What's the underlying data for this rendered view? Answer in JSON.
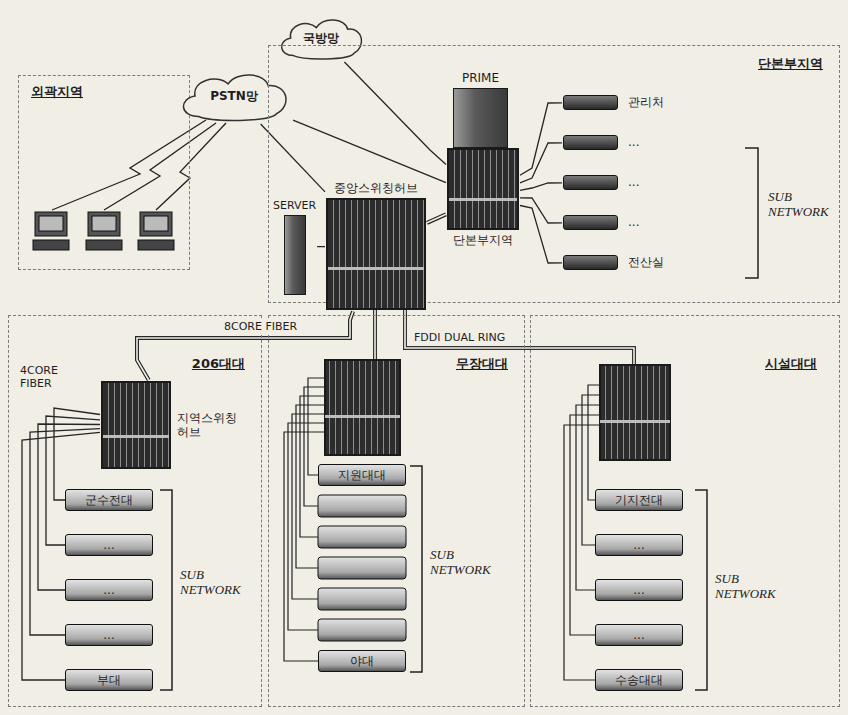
{
  "diagram": {
    "nodes": [
      {
        "text": [
          "외곽지역"
        ]
      },
      {
        "text": [
          "PSTN망"
        ]
      },
      {
        "text": [
          "국방망"
        ]
      },
      {
        "text": [
          "단본부지역"
        ]
      },
      {
        "text": [
          "PRIME"
        ],
        "in": 3
      },
      {
        "text": [
          "SERVER"
        ],
        "in": 3
      },
      {
        "text": [
          "중앙스위칭허브"
        ],
        "in": 3
      },
      {
        "text": [
          "단본부지역"
        ],
        "in": 3
      },
      {
        "text": [
          "관리처"
        ],
        "in": 3
      },
      {
        "text": [
          "..."
        ],
        "in": 3
      },
      {
        "text": [
          "..."
        ],
        "in": 3
      },
      {
        "text": [
          "..."
        ],
        "in": 3
      },
      {
        "text": [
          "전산실"
        ],
        "in": 3
      },
      {
        "text": [
          "206대대"
        ]
      },
      {
        "text": [
          "지역스위칭 허브"
        ],
        "in": 13
      },
      {
        "text": [
          "군수전대"
        ],
        "in": 13
      },
      {
        "text": [
          "..."
        ],
        "in": 13
      },
      {
        "text": [
          "..."
        ],
        "in": 13
      },
      {
        "text": [
          "..."
        ],
        "in": 13
      },
      {
        "text": [
          "부대"
        ],
        "in": 13
      },
      {
        "text": [
          "무장대대"
        ]
      },
      {
        "text": [
          "지원대대"
        ],
        "in": 20
      },
      {
        "text": [
          "야대"
        ],
        "in": 20
      },
      {
        "text": [
          "시설대대"
        ]
      },
      {
        "text": [
          "기지전대"
        ],
        "in": 23
      },
      {
        "text": [
          "..."
        ],
        "in": 23
      },
      {
        "text": [
          "..."
        ],
        "in": 23
      },
      {
        "text": [
          "..."
        ],
        "in": 23
      },
      {
        "text": [
          "수송대대"
        ],
        "in": 23
      }
    ],
    "edges": [
      {
        "from": 1,
        "to": 6,
        "arrow": "none"
      },
      {
        "from": 1,
        "to": 7,
        "arrow": "none"
      },
      {
        "from": 2,
        "to": 7,
        "arrow": "none"
      },
      {
        "from": 4,
        "to": 7,
        "arrow": "none"
      },
      {
        "from": 5,
        "to": 6,
        "arrow": "none"
      },
      {
        "from": 6,
        "to": 7,
        "arrow": "none"
      },
      {
        "from": 7,
        "to": 8,
        "arrow": "none"
      },
      {
        "from": 7,
        "to": 9,
        "arrow": "none"
      },
      {
        "from": 7,
        "to": 10,
        "arrow": "none"
      },
      {
        "from": 7,
        "to": 11,
        "arrow": "none"
      },
      {
        "from": 7,
        "to": 12,
        "arrow": "none"
      },
      {
        "from": 6,
        "to": 14,
        "label": "8CORE FIBER",
        "arrow": "none"
      },
      {
        "from": 14,
        "to": 15,
        "arrow": "none"
      },
      {
        "from": 14,
        "to": 16,
        "arrow": "none"
      },
      {
        "from": 14,
        "to": 17,
        "arrow": "none"
      },
      {
        "from": 14,
        "to": 18,
        "arrow": "none"
      },
      {
        "from": 14,
        "to": 19,
        "arrow": "none"
      }
    ],
    "labels": [
      "SUB NETWORK",
      "SUB NETWORK",
      "SUB NETWORK",
      "SUB NETWORK",
      "FDDI DUAL RING",
      "4CORE FIBER"
    ]
  }
}
